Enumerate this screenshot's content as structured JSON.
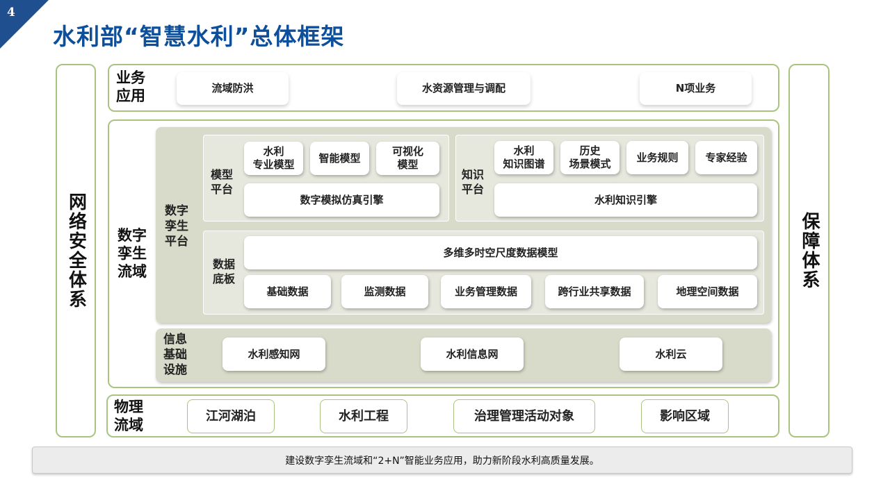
{
  "page_number": "4",
  "title": "水利部“智慧水利”总体框架",
  "left_pillar": "网络安全体系",
  "right_pillar": "保障体系",
  "business": {
    "label_line1": "业务",
    "label_line2": "应用",
    "items": [
      "流域防洪",
      "水资源管理与调配",
      "N项业务"
    ]
  },
  "twin": {
    "label_line1": "数字",
    "label_line2": "孪生",
    "label_line3": "流域",
    "platform": {
      "label_line1": "数字",
      "label_line2": "孪生",
      "label_line3": "平台",
      "model": {
        "label_line1": "模型",
        "label_line2": "平台",
        "items": [
          {
            "line1": "水利",
            "line2": "专业模型"
          },
          {
            "line1": "智能模型",
            "line2": ""
          },
          {
            "line1": "可视化",
            "line2": "模型"
          }
        ],
        "engine": "数字模拟仿真引擎"
      },
      "knowledge": {
        "label_line1": "知识",
        "label_line2": "平台",
        "items": [
          {
            "line1": "水利",
            "line2": "知识图谱"
          },
          {
            "line1": "历史",
            "line2": "场景模式"
          },
          {
            "line1": "业务规则",
            "line2": ""
          },
          {
            "line1": "专家经验",
            "line2": ""
          }
        ],
        "engine": "水利知识引擎"
      },
      "data_base": {
        "label_line1": "数据",
        "label_line2": "底板",
        "top": "多维多时空尺度数据模型",
        "items": [
          "基础数据",
          "监测数据",
          "业务管理数据",
          "跨行业共享数据",
          "地理空间数据"
        ]
      }
    },
    "infra": {
      "label_line1": "信息",
      "label_line2": "基础",
      "label_line3": "设施",
      "items": [
        "水利感知网",
        "水利信息网",
        "水利云"
      ]
    }
  },
  "physical": {
    "label_line1": "物理",
    "label_line2": "流域",
    "items": [
      "江河湖泊",
      "水利工程",
      "治理管理活动对象",
      "影响区域"
    ]
  },
  "footer_text": "建设数字孪生流域和“2+N”智能业务应用，助力新阶段水利高质量发展。",
  "colors": {
    "title_blue": "#0d4f9a",
    "corner_blue": "#1f4f8f",
    "frame_green": "#a9c47f",
    "panel_gray": "#d8dbc9"
  }
}
